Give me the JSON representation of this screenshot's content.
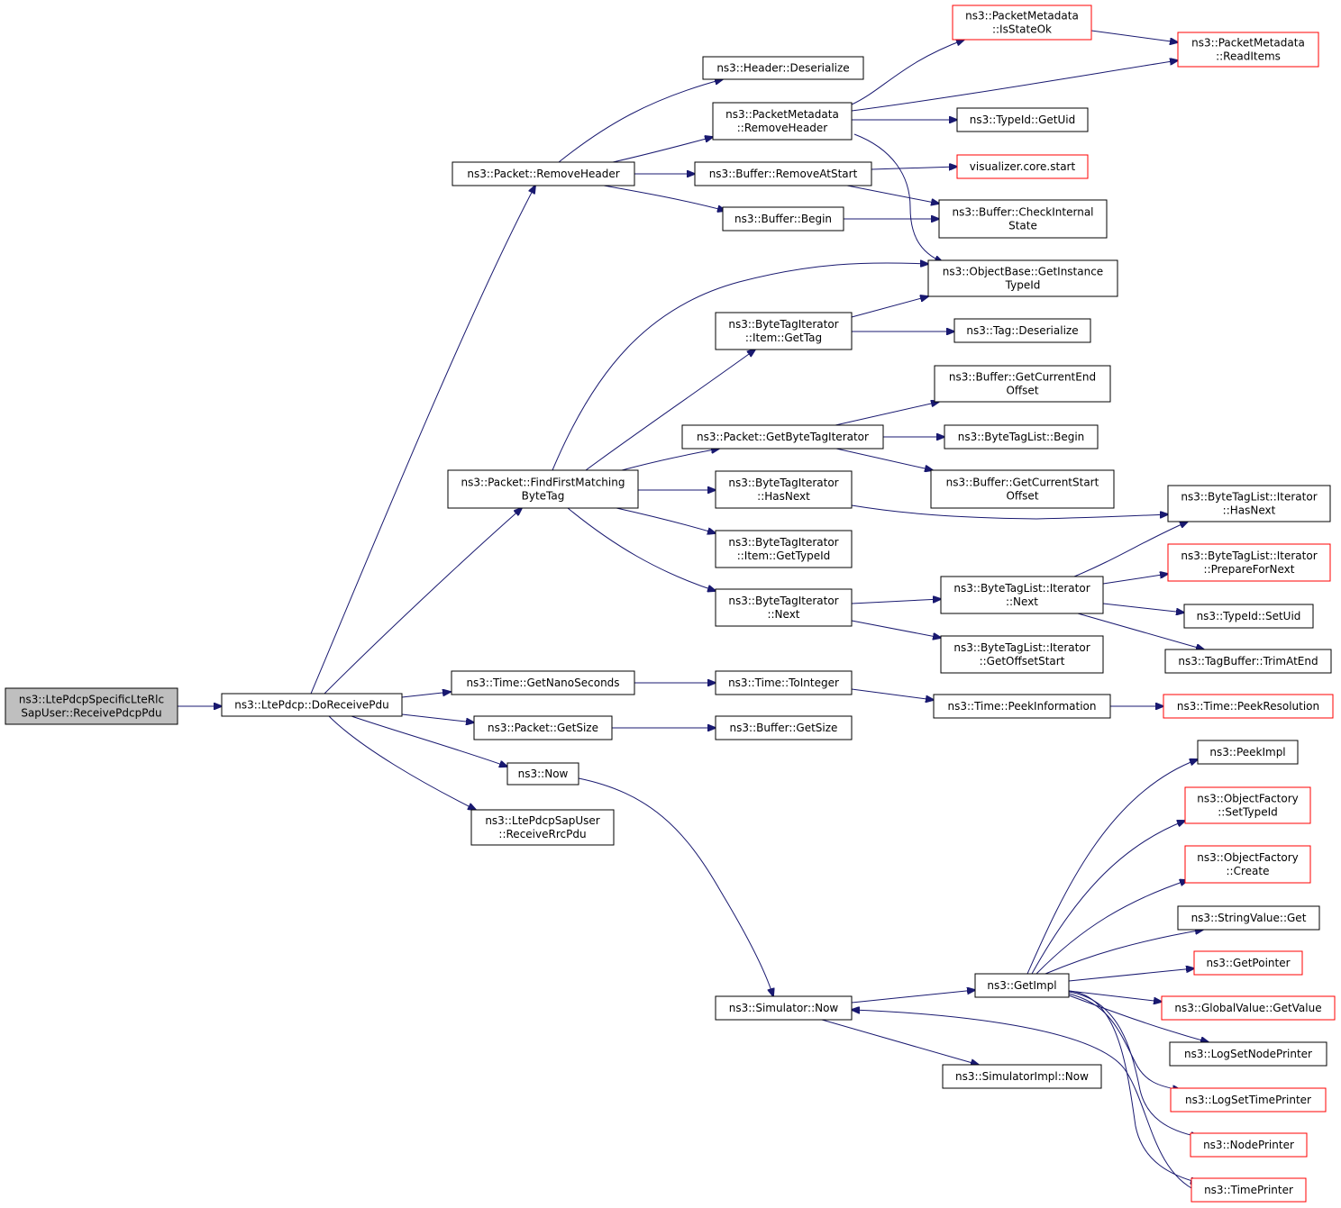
{
  "colors": {
    "edge": "#191970",
    "node_border": "#000000",
    "external_border": "#ff0000",
    "root_fill": "#bfbfbf"
  },
  "nodes": {
    "root": [
      "ns3::LtePdcpSpecificLteRlc",
      "SapUser::ReceivePdcpPdu"
    ],
    "doReceivePdu": [
      "ns3::LtePdcp::DoReceivePdu"
    ],
    "packetRemoveHeader": [
      "ns3::Packet::RemoveHeader"
    ],
    "packetFindFirst": [
      "ns3::Packet::FindFirstMatching",
      "ByteTag"
    ],
    "timeGetNano": [
      "ns3::Time::GetNanoSeconds"
    ],
    "packetGetSize": [
      "ns3::Packet::GetSize"
    ],
    "now": [
      "ns3::Now"
    ],
    "receiveRrcPdu": [
      "ns3::LtePdcpSapUser",
      "::ReceiveRrcPdu"
    ],
    "headerDeserialize": [
      "ns3::Header::Deserialize"
    ],
    "pmRemoveHeader": [
      "ns3::PacketMetadata",
      "::RemoveHeader"
    ],
    "bufferRemoveAtStart": [
      "ns3::Buffer::RemoveAtStart"
    ],
    "bufferBegin": [
      "ns3::Buffer::Begin"
    ],
    "pmIsStateOk": [
      "ns3::PacketMetadata",
      "::IsStateOk"
    ],
    "pmReadItems": [
      "ns3::PacketMetadata",
      "::ReadItems"
    ],
    "typeIdGetUid": [
      "ns3::TypeId::GetUid"
    ],
    "vizStart": [
      "visualizer.core.start"
    ],
    "bufferCheckInternal": [
      "ns3::Buffer::CheckInternal",
      "State"
    ],
    "objGetInstanceTypeId": [
      "ns3::ObjectBase::GetInstance",
      "TypeId"
    ],
    "btiItemGetTag": [
      "ns3::ByteTagIterator",
      "::Item::GetTag"
    ],
    "tagDeserialize": [
      "ns3::Tag::Deserialize"
    ],
    "packetGetBTI": [
      "ns3::Packet::GetByteTagIterator"
    ],
    "bufferGetCurEnd": [
      "ns3::Buffer::GetCurrentEnd",
      "Offset"
    ],
    "btlBegin": [
      "ns3::ByteTagList::Begin"
    ],
    "bufferGetCurStart": [
      "ns3::Buffer::GetCurrentStart",
      "Offset"
    ],
    "btiHasNext": [
      "ns3::ByteTagIterator",
      "::HasNext"
    ],
    "btlIterHasNext": [
      "ns3::ByteTagList::Iterator",
      "::HasNext"
    ],
    "btiItemGetTypeId": [
      "ns3::ByteTagIterator",
      "::Item::GetTypeId"
    ],
    "btiNext": [
      "ns3::ByteTagIterator",
      "::Next"
    ],
    "btlIterNext": [
      "ns3::ByteTagList::Iterator",
      "::Next"
    ],
    "btlIterPrepare": [
      "ns3::ByteTagList::Iterator",
      "::PrepareForNext"
    ],
    "typeIdSetUid": [
      "ns3::TypeId::SetUid"
    ],
    "tagBufferTrim": [
      "ns3::TagBuffer::TrimAtEnd"
    ],
    "btlIterGetOffset": [
      "ns3::ByteTagList::Iterator",
      "::GetOffsetStart"
    ],
    "timeToInteger": [
      "ns3::Time::ToInteger"
    ],
    "timePeekInfo": [
      "ns3::Time::PeekInformation"
    ],
    "timePeekRes": [
      "ns3::Time::PeekResolution"
    ],
    "bufferGetSize": [
      "ns3::Buffer::GetSize"
    ],
    "simNow": [
      "ns3::Simulator::Now"
    ],
    "getImpl": [
      "ns3::GetImpl"
    ],
    "simImplNow": [
      "ns3::SimulatorImpl::Now"
    ],
    "peekImpl": [
      "ns3::PeekImpl"
    ],
    "ofSetTypeId": [
      "ns3::ObjectFactory",
      "::SetTypeId"
    ],
    "ofCreate": [
      "ns3::ObjectFactory",
      "::Create"
    ],
    "stringValueGet": [
      "ns3::StringValue::Get"
    ],
    "getPointer": [
      "ns3::GetPointer"
    ],
    "globalValueGet": [
      "ns3::GlobalValue::GetValue"
    ],
    "logSetNodePrinter": [
      "ns3::LogSetNodePrinter"
    ],
    "logSetTimePrinter": [
      "ns3::LogSetTimePrinter"
    ],
    "nodePrinter": [
      "ns3::NodePrinter"
    ],
    "timePrinter": [
      "ns3::TimePrinter"
    ]
  }
}
